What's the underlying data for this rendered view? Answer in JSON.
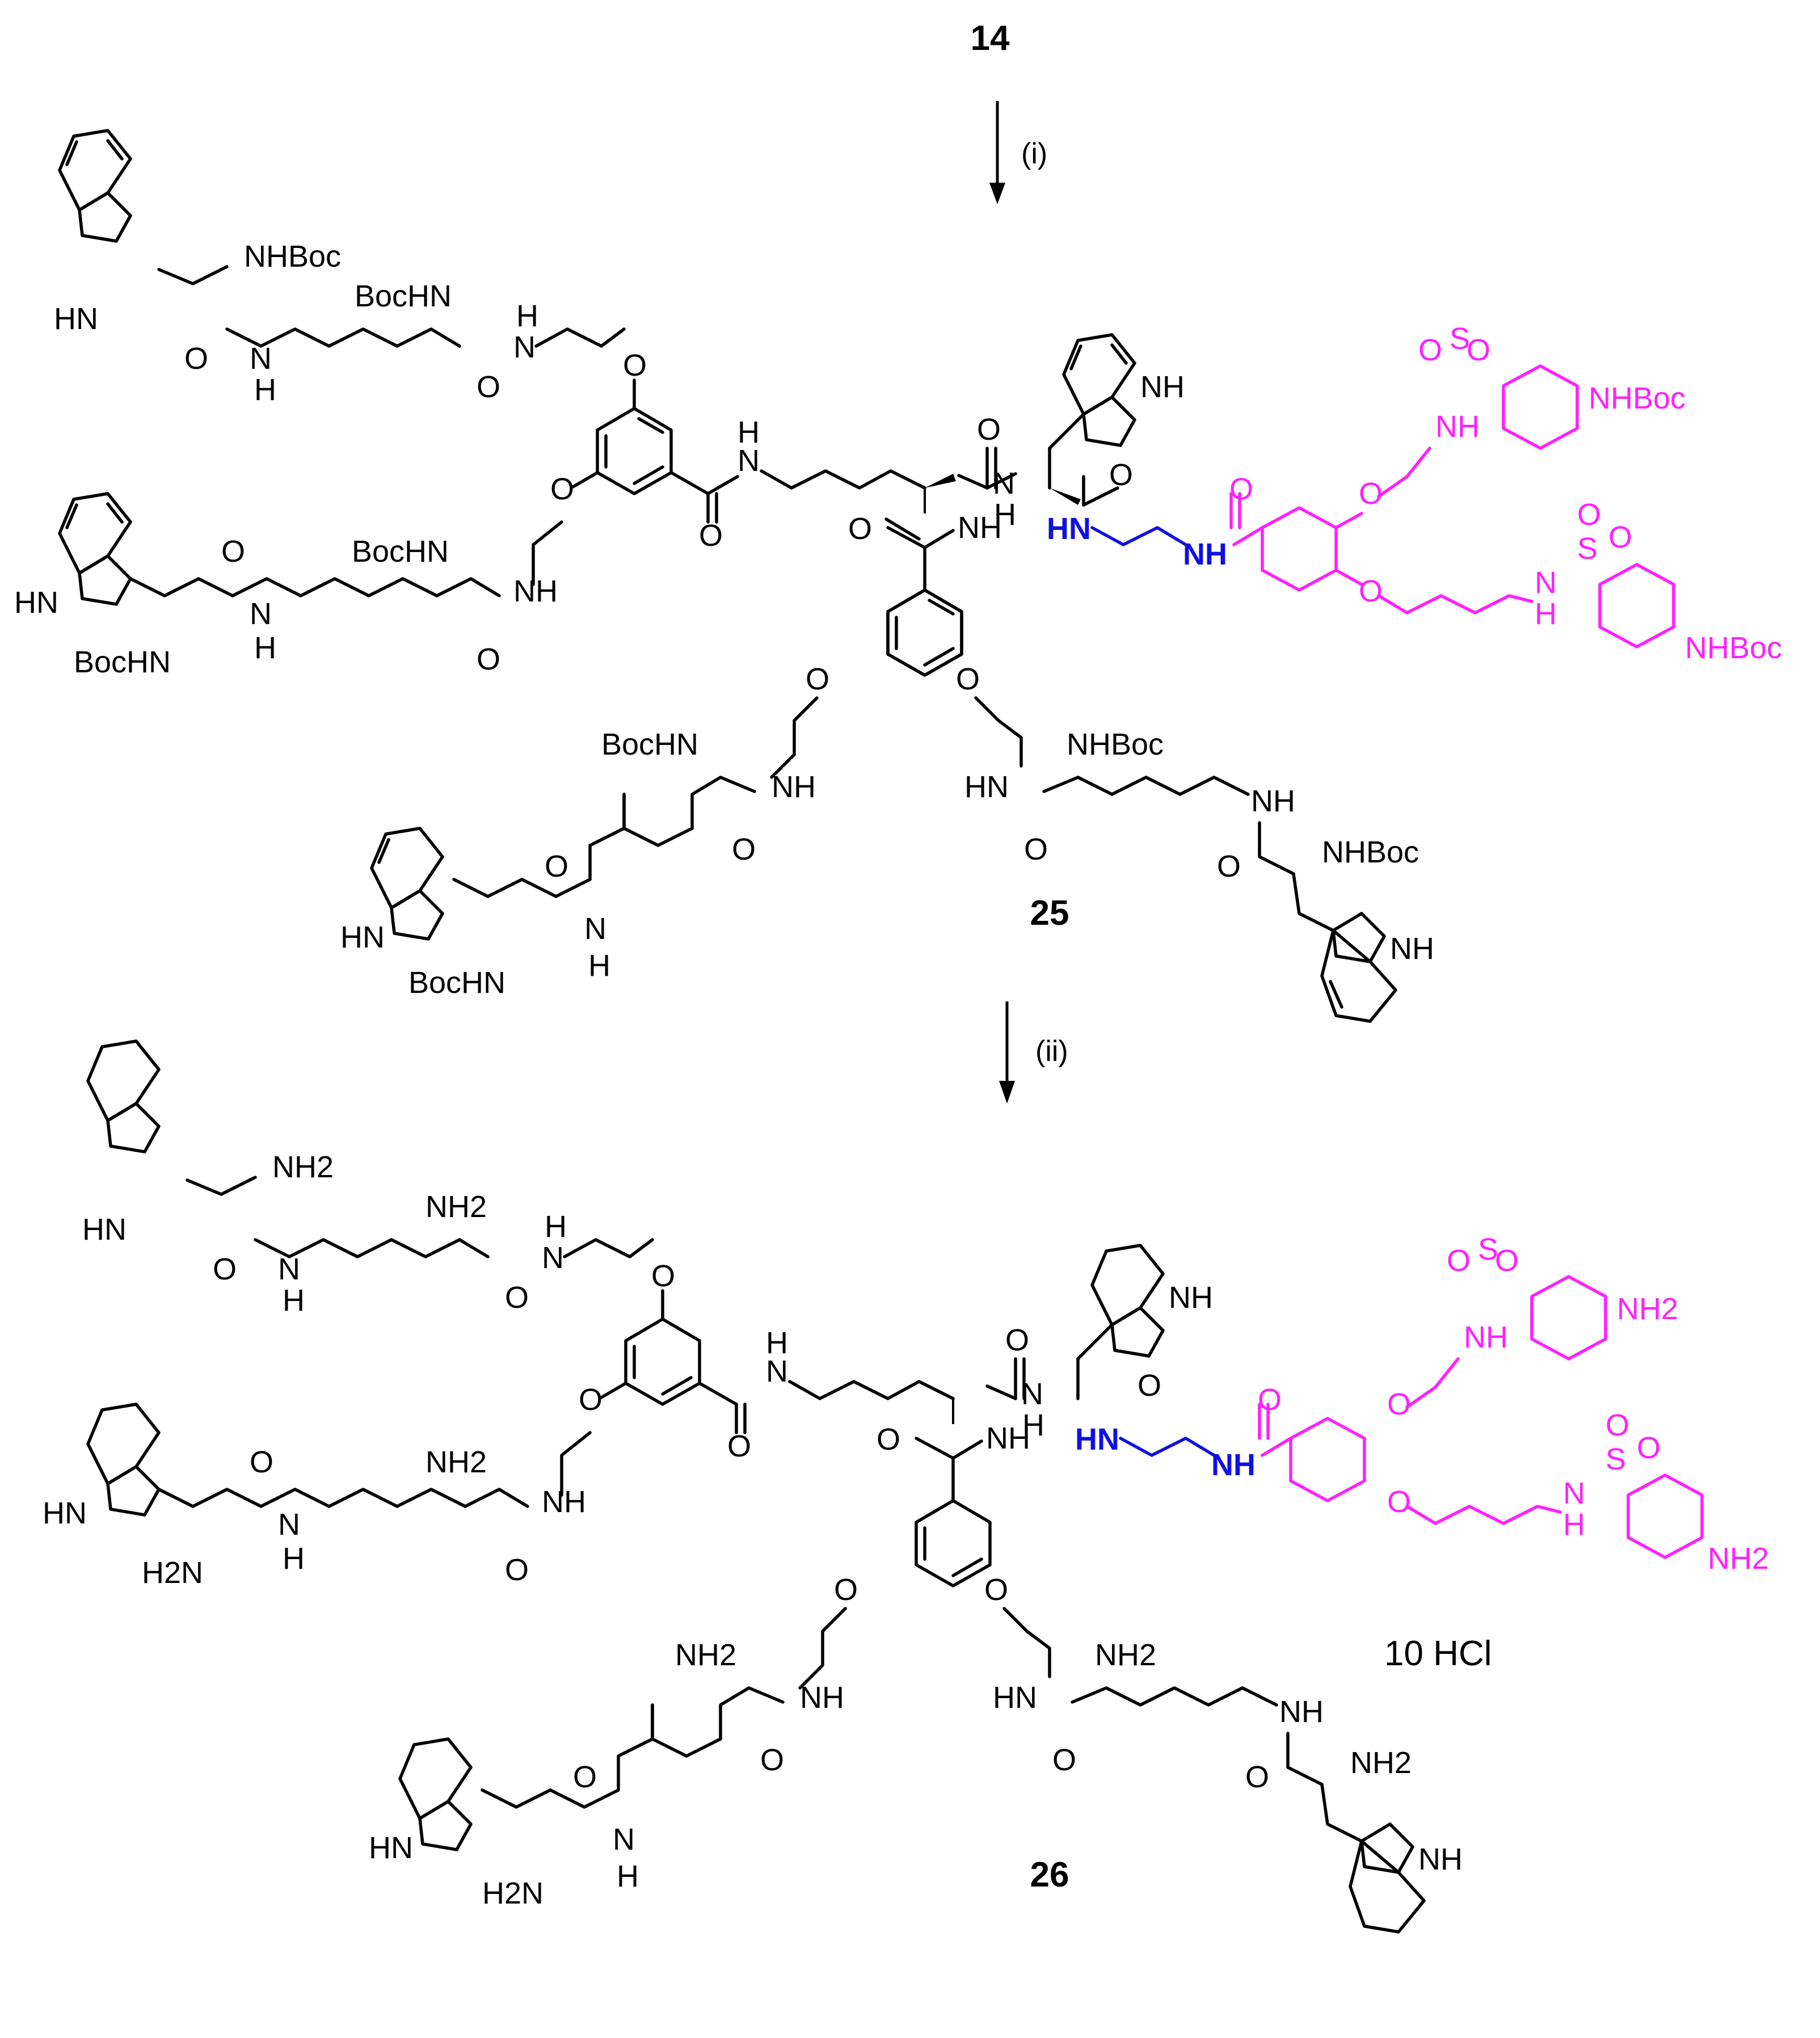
{
  "scheme": {
    "starting_compound": "14",
    "step1_condition": "(i)",
    "step2_condition": "(ii)",
    "product1_number": "25",
    "product2_number": "26",
    "salt": "10 HCl"
  },
  "colors": {
    "core": "#000000",
    "linker": "#1010e0",
    "sulfonamide": "#ff20ff"
  },
  "labels": {
    "nh": "NH",
    "hn": "HN",
    "h": "H",
    "n": "N",
    "o": "O",
    "s": "S",
    "nhboc": "NHBoc",
    "bochn": "BocHN",
    "nh2": "NH2",
    "h2n": "H2N"
  }
}
